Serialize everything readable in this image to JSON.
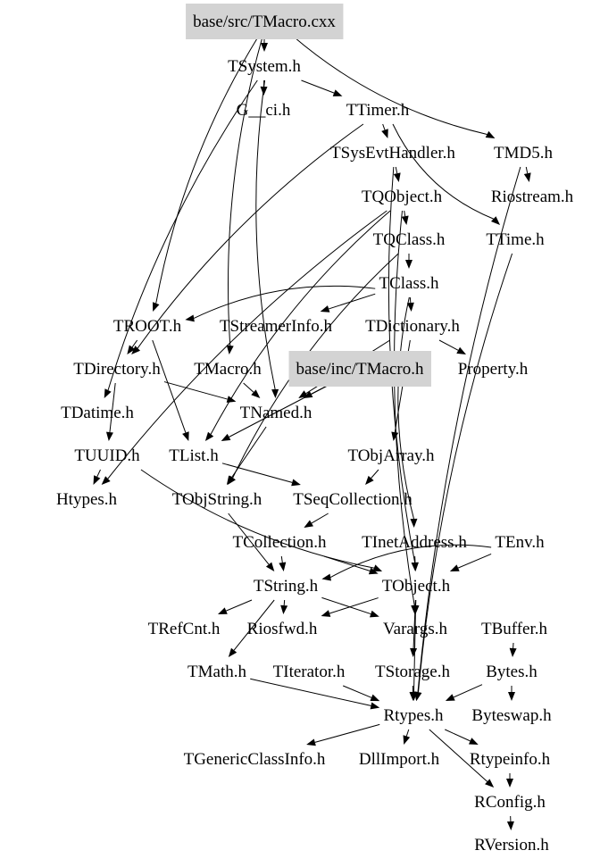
{
  "diagram": {
    "type": "include-dependency-graph",
    "highlight_color": "#d3d3d3",
    "nodes": [
      {
        "id": "src_tmacro_cxx",
        "label": "base/src/TMacro.cxx",
        "highlighted": true
      },
      {
        "id": "tsystem",
        "label": "TSystem.h"
      },
      {
        "id": "g_ci",
        "label": "G__ci.h"
      },
      {
        "id": "ttimer",
        "label": "TTimer.h"
      },
      {
        "id": "tsysevthandler",
        "label": "TSysEvtHandler.h"
      },
      {
        "id": "tmd5",
        "label": "TMD5.h"
      },
      {
        "id": "tqobject",
        "label": "TQObject.h"
      },
      {
        "id": "riostream",
        "label": "Riostream.h"
      },
      {
        "id": "tqclass",
        "label": "TQClass.h"
      },
      {
        "id": "ttime",
        "label": "TTime.h"
      },
      {
        "id": "tclass",
        "label": "TClass.h"
      },
      {
        "id": "troot",
        "label": "TROOT.h"
      },
      {
        "id": "tstreamerinfo",
        "label": "TStreamerInfo.h"
      },
      {
        "id": "tdictionary",
        "label": "TDictionary.h"
      },
      {
        "id": "tdirectory",
        "label": "TDirectory.h"
      },
      {
        "id": "tmacro",
        "label": "TMacro.h"
      },
      {
        "id": "inc_tmacro_h",
        "label": "base/inc/TMacro.h",
        "highlighted": true
      },
      {
        "id": "property",
        "label": "Property.h"
      },
      {
        "id": "tdatime",
        "label": "TDatime.h"
      },
      {
        "id": "tnamed",
        "label": "TNamed.h"
      },
      {
        "id": "tuuid",
        "label": "TUUID.h"
      },
      {
        "id": "tlist",
        "label": "TList.h"
      },
      {
        "id": "tobjarray",
        "label": "TObjArray.h"
      },
      {
        "id": "htypes",
        "label": "Htypes.h"
      },
      {
        "id": "tobjstring",
        "label": "TObjString.h"
      },
      {
        "id": "tseqcollection",
        "label": "TSeqCollection.h"
      },
      {
        "id": "tcollection",
        "label": "TCollection.h"
      },
      {
        "id": "tinetaddress",
        "label": "TInetAddress.h"
      },
      {
        "id": "tenv",
        "label": "TEnv.h"
      },
      {
        "id": "tstring",
        "label": "TString.h"
      },
      {
        "id": "tobject",
        "label": "TObject.h"
      },
      {
        "id": "trefcnt",
        "label": "TRefCnt.h"
      },
      {
        "id": "riosfwd",
        "label": "Riosfwd.h"
      },
      {
        "id": "varargs",
        "label": "Varargs.h"
      },
      {
        "id": "tbuffer",
        "label": "TBuffer.h"
      },
      {
        "id": "tmath",
        "label": "TMath.h"
      },
      {
        "id": "titerator",
        "label": "TIterator.h"
      },
      {
        "id": "tstorage",
        "label": "TStorage.h"
      },
      {
        "id": "bytes",
        "label": "Bytes.h"
      },
      {
        "id": "rtypes",
        "label": "Rtypes.h"
      },
      {
        "id": "byteswap",
        "label": "Byteswap.h"
      },
      {
        "id": "tgenericclassinfo",
        "label": "TGenericClassInfo.h"
      },
      {
        "id": "dllimport",
        "label": "DllImport.h"
      },
      {
        "id": "rtypeinfo",
        "label": "Rtypeinfo.h"
      },
      {
        "id": "rconfig",
        "label": "RConfig.h"
      },
      {
        "id": "rversion",
        "label": "RVersion.h"
      }
    ],
    "edges": [
      [
        "src_tmacro_cxx",
        "tsystem"
      ],
      [
        "src_tmacro_cxx",
        "tmd5"
      ],
      [
        "src_tmacro_cxx",
        "troot"
      ],
      [
        "src_tmacro_cxx",
        "tmacro"
      ],
      [
        "tsystem",
        "g_ci"
      ],
      [
        "tsystem",
        "ttimer"
      ],
      [
        "tsystem",
        "tnamed"
      ],
      [
        "tsystem",
        "tdatime"
      ],
      [
        "ttimer",
        "tsysevthandler"
      ],
      [
        "ttimer",
        "tdirectory"
      ],
      [
        "ttimer",
        "ttime"
      ],
      [
        "tsysevthandler",
        "tqobject"
      ],
      [
        "tsysevthandler",
        "tobject"
      ],
      [
        "tmd5",
        "riostream"
      ],
      [
        "tmd5",
        "rtypes"
      ],
      [
        "tqobject",
        "tqclass"
      ],
      [
        "tqobject",
        "htypes"
      ],
      [
        "tqobject",
        "tlist"
      ],
      [
        "tqobject",
        "varargs"
      ],
      [
        "tqclass",
        "tclass"
      ],
      [
        "tqclass",
        "tobjstring"
      ],
      [
        "ttime",
        "rtypes"
      ],
      [
        "tclass",
        "troot"
      ],
      [
        "tclass",
        "tstreamerinfo"
      ],
      [
        "tclass",
        "tdictionary"
      ],
      [
        "tclass",
        "tinetaddress"
      ],
      [
        "troot",
        "tdirectory"
      ],
      [
        "troot",
        "tlist"
      ],
      [
        "tdictionary",
        "property"
      ],
      [
        "tdictionary",
        "tnamed"
      ],
      [
        "tdictionary",
        "tobjarray"
      ],
      [
        "tdirectory",
        "tnamed"
      ],
      [
        "tdirectory",
        "tuuid"
      ],
      [
        "tmacro",
        "tnamed"
      ],
      [
        "inc_tmacro_h",
        "tnamed"
      ],
      [
        "inc_tmacro_h",
        "tlist"
      ],
      [
        "tnamed",
        "tobjstring"
      ],
      [
        "tuuid",
        "htypes"
      ],
      [
        "tuuid",
        "tobject"
      ],
      [
        "tlist",
        "tseqcollection"
      ],
      [
        "tobjarray",
        "tseqcollection"
      ],
      [
        "tobjstring",
        "tstring"
      ],
      [
        "tseqcollection",
        "tcollection"
      ],
      [
        "tcollection",
        "tstring"
      ],
      [
        "tcollection",
        "tobject"
      ],
      [
        "tinetaddress",
        "tobject"
      ],
      [
        "tenv",
        "tobject"
      ],
      [
        "tenv",
        "tstring"
      ],
      [
        "tstring",
        "trefcnt"
      ],
      [
        "tstring",
        "riosfwd"
      ],
      [
        "tstring",
        "varargs"
      ],
      [
        "tstring",
        "tmath"
      ],
      [
        "tobject",
        "varargs"
      ],
      [
        "tobject",
        "riosfwd"
      ],
      [
        "tobject",
        "tstorage"
      ],
      [
        "tobject",
        "rtypes"
      ],
      [
        "tbuffer",
        "bytes"
      ],
      [
        "tmath",
        "rtypes"
      ],
      [
        "titerator",
        "rtypes"
      ],
      [
        "tstorage",
        "rtypes"
      ],
      [
        "bytes",
        "rtypes"
      ],
      [
        "bytes",
        "byteswap"
      ],
      [
        "rtypes",
        "tgenericclassinfo"
      ],
      [
        "rtypes",
        "dllimport"
      ],
      [
        "rtypes",
        "rtypeinfo"
      ],
      [
        "rtypes",
        "rconfig"
      ],
      [
        "rtypeinfo",
        "rconfig"
      ],
      [
        "rconfig",
        "rversion"
      ]
    ]
  }
}
